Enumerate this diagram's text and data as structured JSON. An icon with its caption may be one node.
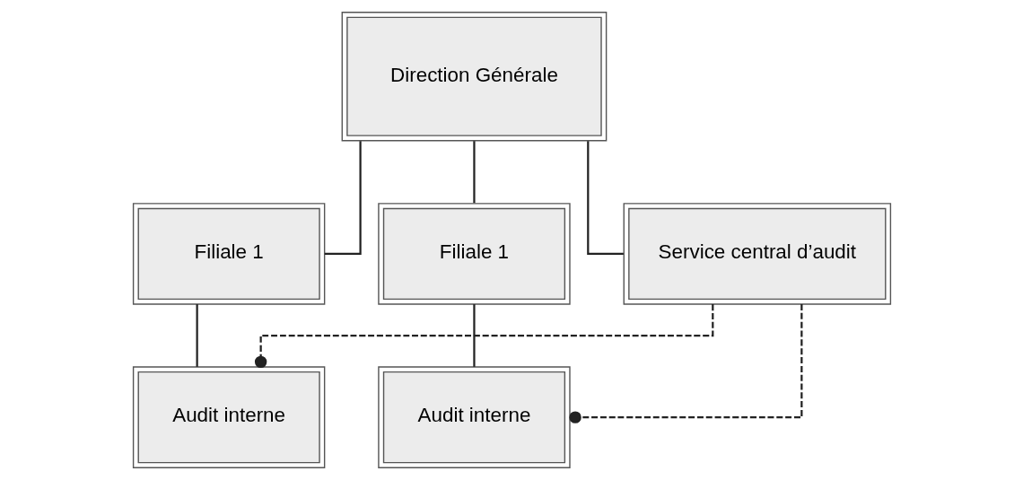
{
  "diagram": {
    "nodes": [
      {
        "text": [
          "Direction Générale"
        ]
      },
      {
        "text": [
          "Filiale 1"
        ]
      },
      {
        "text": [
          "Filiale 1"
        ]
      },
      {
        "text": [
          "Service central d’audit"
        ]
      },
      {
        "text": [
          "Audit interne"
        ]
      },
      {
        "text": [
          "Audit interne"
        ]
      }
    ],
    "edges": [
      {
        "from": 0,
        "to": 1,
        "arrow": "none"
      },
      {
        "from": 0,
        "to": 2,
        "arrow": "none"
      },
      {
        "from": 0,
        "to": 3,
        "arrow": "none"
      },
      {
        "from": 1,
        "to": 4,
        "arrow": "none"
      },
      {
        "from": 2,
        "to": 5,
        "arrow": "none"
      },
      {
        "from": 3,
        "to": 4,
        "arrow": "other",
        "style": "dashed"
      },
      {
        "from": 3,
        "to": 5,
        "arrow": "other",
        "style": "dashed"
      }
    ]
  }
}
